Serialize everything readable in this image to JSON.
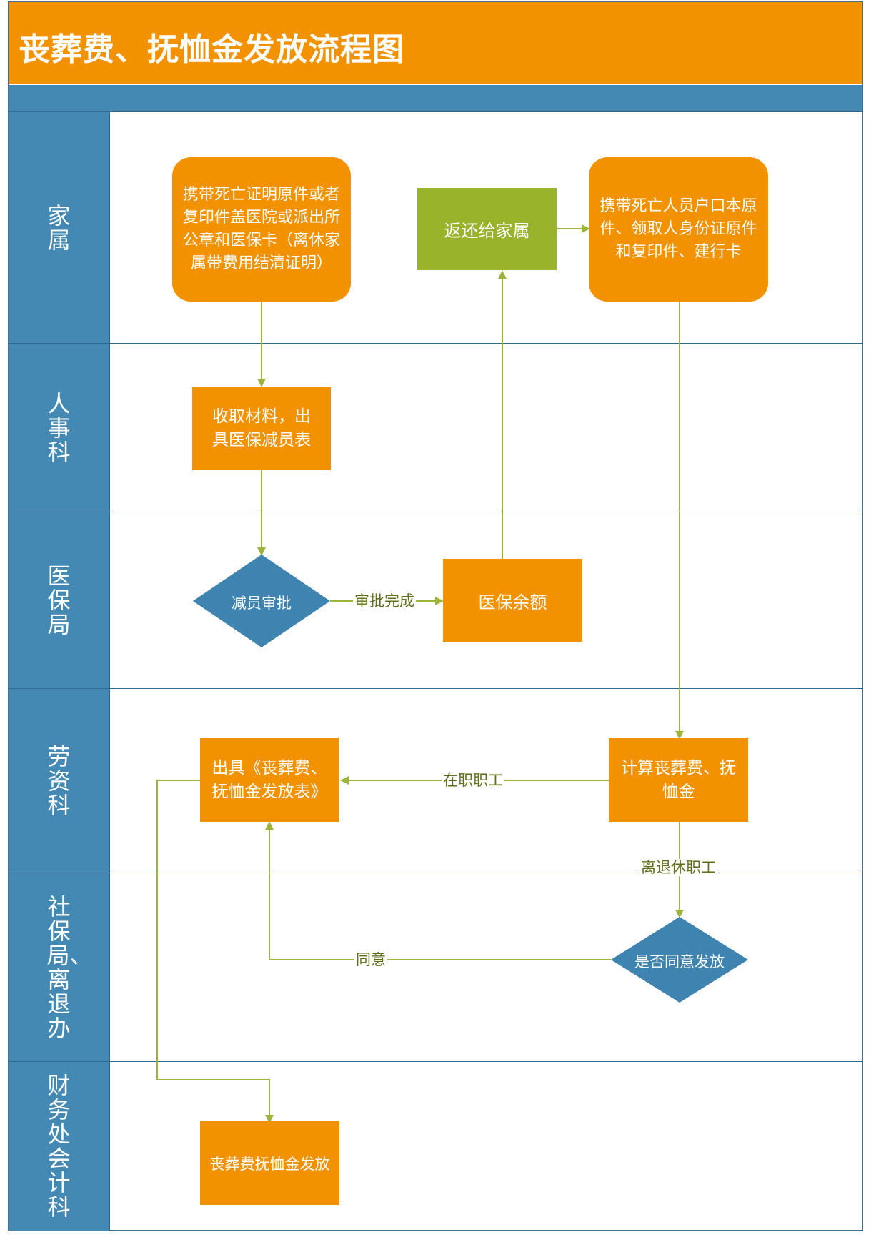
{
  "title": "丧葬费、抚恤金发放流程图",
  "lanes": [
    "家属",
    "人事科",
    "医保局",
    "劳资科",
    "社保局、离退办",
    "财务处会计科"
  ],
  "nodes": {
    "family_bring_certificate": "携带死亡证明原件或者复印件盖医院或派出所公章和医保卡（离休家属带费用结清证明）",
    "return_to_family": "返还给家属",
    "family_bring_household": "携带死亡人员户口本原件、领取人身份证原件和复印件、建行卡",
    "collect_materials": "收取材料，出具医保减员表",
    "reduce_approval": "减员审批",
    "medical_balance": "医保余额",
    "issue_form": "出具《丧葬费、抚恤金发放表》",
    "calculate": "计算丧葬费、抚恤金",
    "agree_decision": "是否同意发放",
    "payout": "丧葬费抚恤金发放"
  },
  "edge_labels": {
    "approved": "审批完成",
    "in_service": "在职职工",
    "retired": "离退休职工",
    "agree": "同意"
  },
  "colors": {
    "orange": "#f39200",
    "blue": "#4389b3",
    "green": "#99b32a",
    "connector": "#9bb53a"
  }
}
